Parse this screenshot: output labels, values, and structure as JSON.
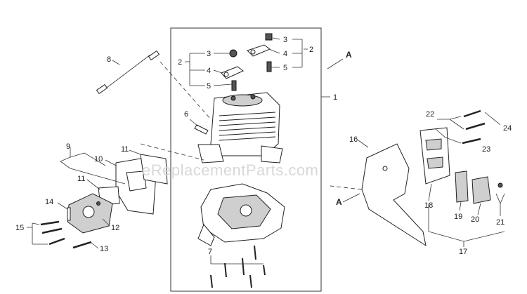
{
  "watermark": "eReplacementParts.com",
  "reference_marks": {
    "upper": "A",
    "lower": "A"
  },
  "callouts": {
    "c1": "1",
    "c2_left": "2",
    "c3_left": "3",
    "c4_left": "4",
    "c5_left": "5",
    "c2_right": "2",
    "c3_right": "3",
    "c4_right": "4",
    "c5_right": "5",
    "c6": "6",
    "c7": "7",
    "c8": "8",
    "c9": "9",
    "c10": "10",
    "c11_top": "11",
    "c11_left": "11",
    "c12": "12",
    "c13": "13",
    "c14": "14",
    "c15": "15",
    "c16": "16",
    "c17": "17",
    "c18": "18",
    "c19": "19",
    "c20": "20",
    "c21": "21",
    "c22": "22",
    "c23": "23",
    "c24": "24"
  },
  "colors": {
    "line": "#222222",
    "shade": "#cfcfcf",
    "watermark": "#d8d8d8"
  }
}
